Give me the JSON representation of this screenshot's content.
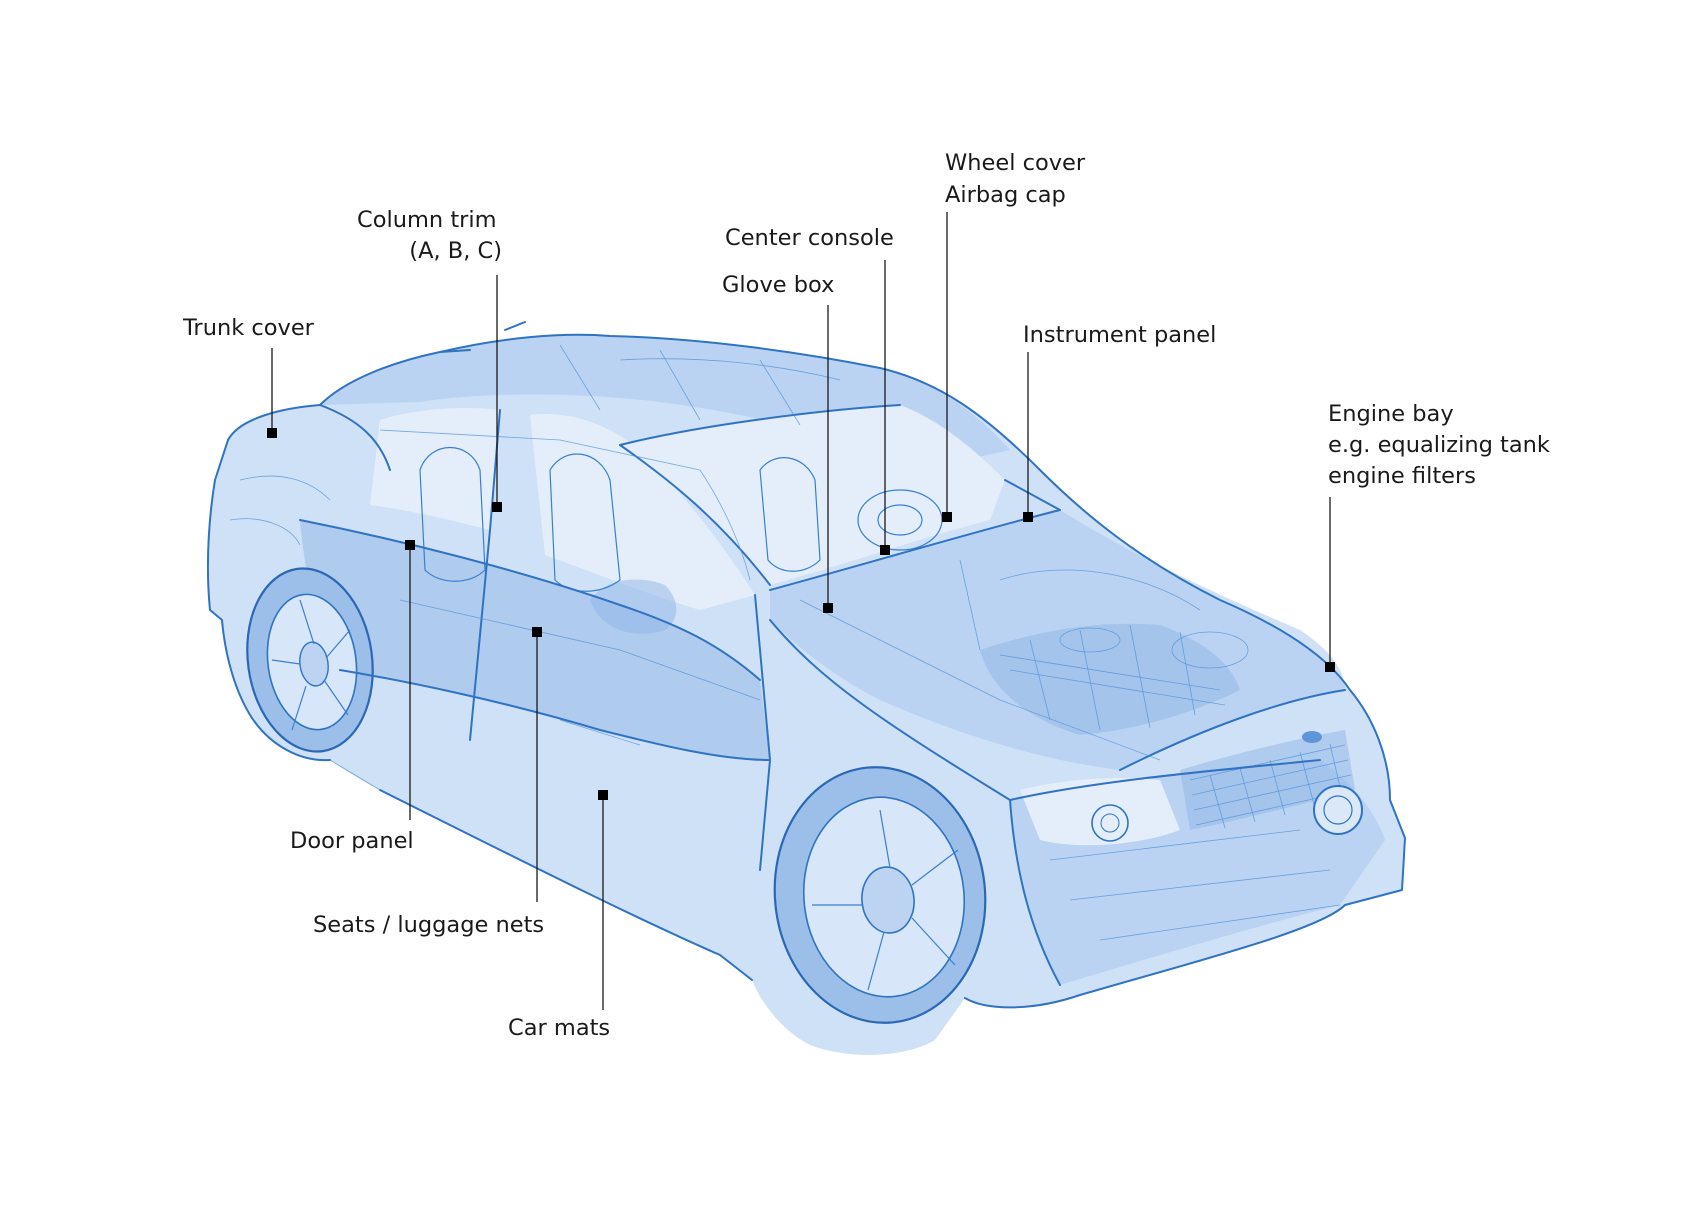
{
  "diagram": {
    "labels": {
      "trunk_cover": "Trunk cover",
      "column_trim_1": "Column trim",
      "column_trim_2": "(A, B, C)",
      "center_console": "Center console",
      "glove_box": "Glove box",
      "wheel_cover": "Wheel cover",
      "airbag_cap": "Airbag cap",
      "instrument_panel": "Instrument panel",
      "engine_bay_1": "Engine bay",
      "engine_bay_2": "e.g. equalizing tank",
      "engine_bay_3": "engine filters",
      "door_panel": "Door panel",
      "seats_luggage": "Seats / luggage nets",
      "car_mats": "Car mats"
    },
    "colors": {
      "car_line": "#2f73c2",
      "car_fill": "#cfe1f6",
      "label_text": "#1a1a1a",
      "marker": "#000000"
    }
  }
}
